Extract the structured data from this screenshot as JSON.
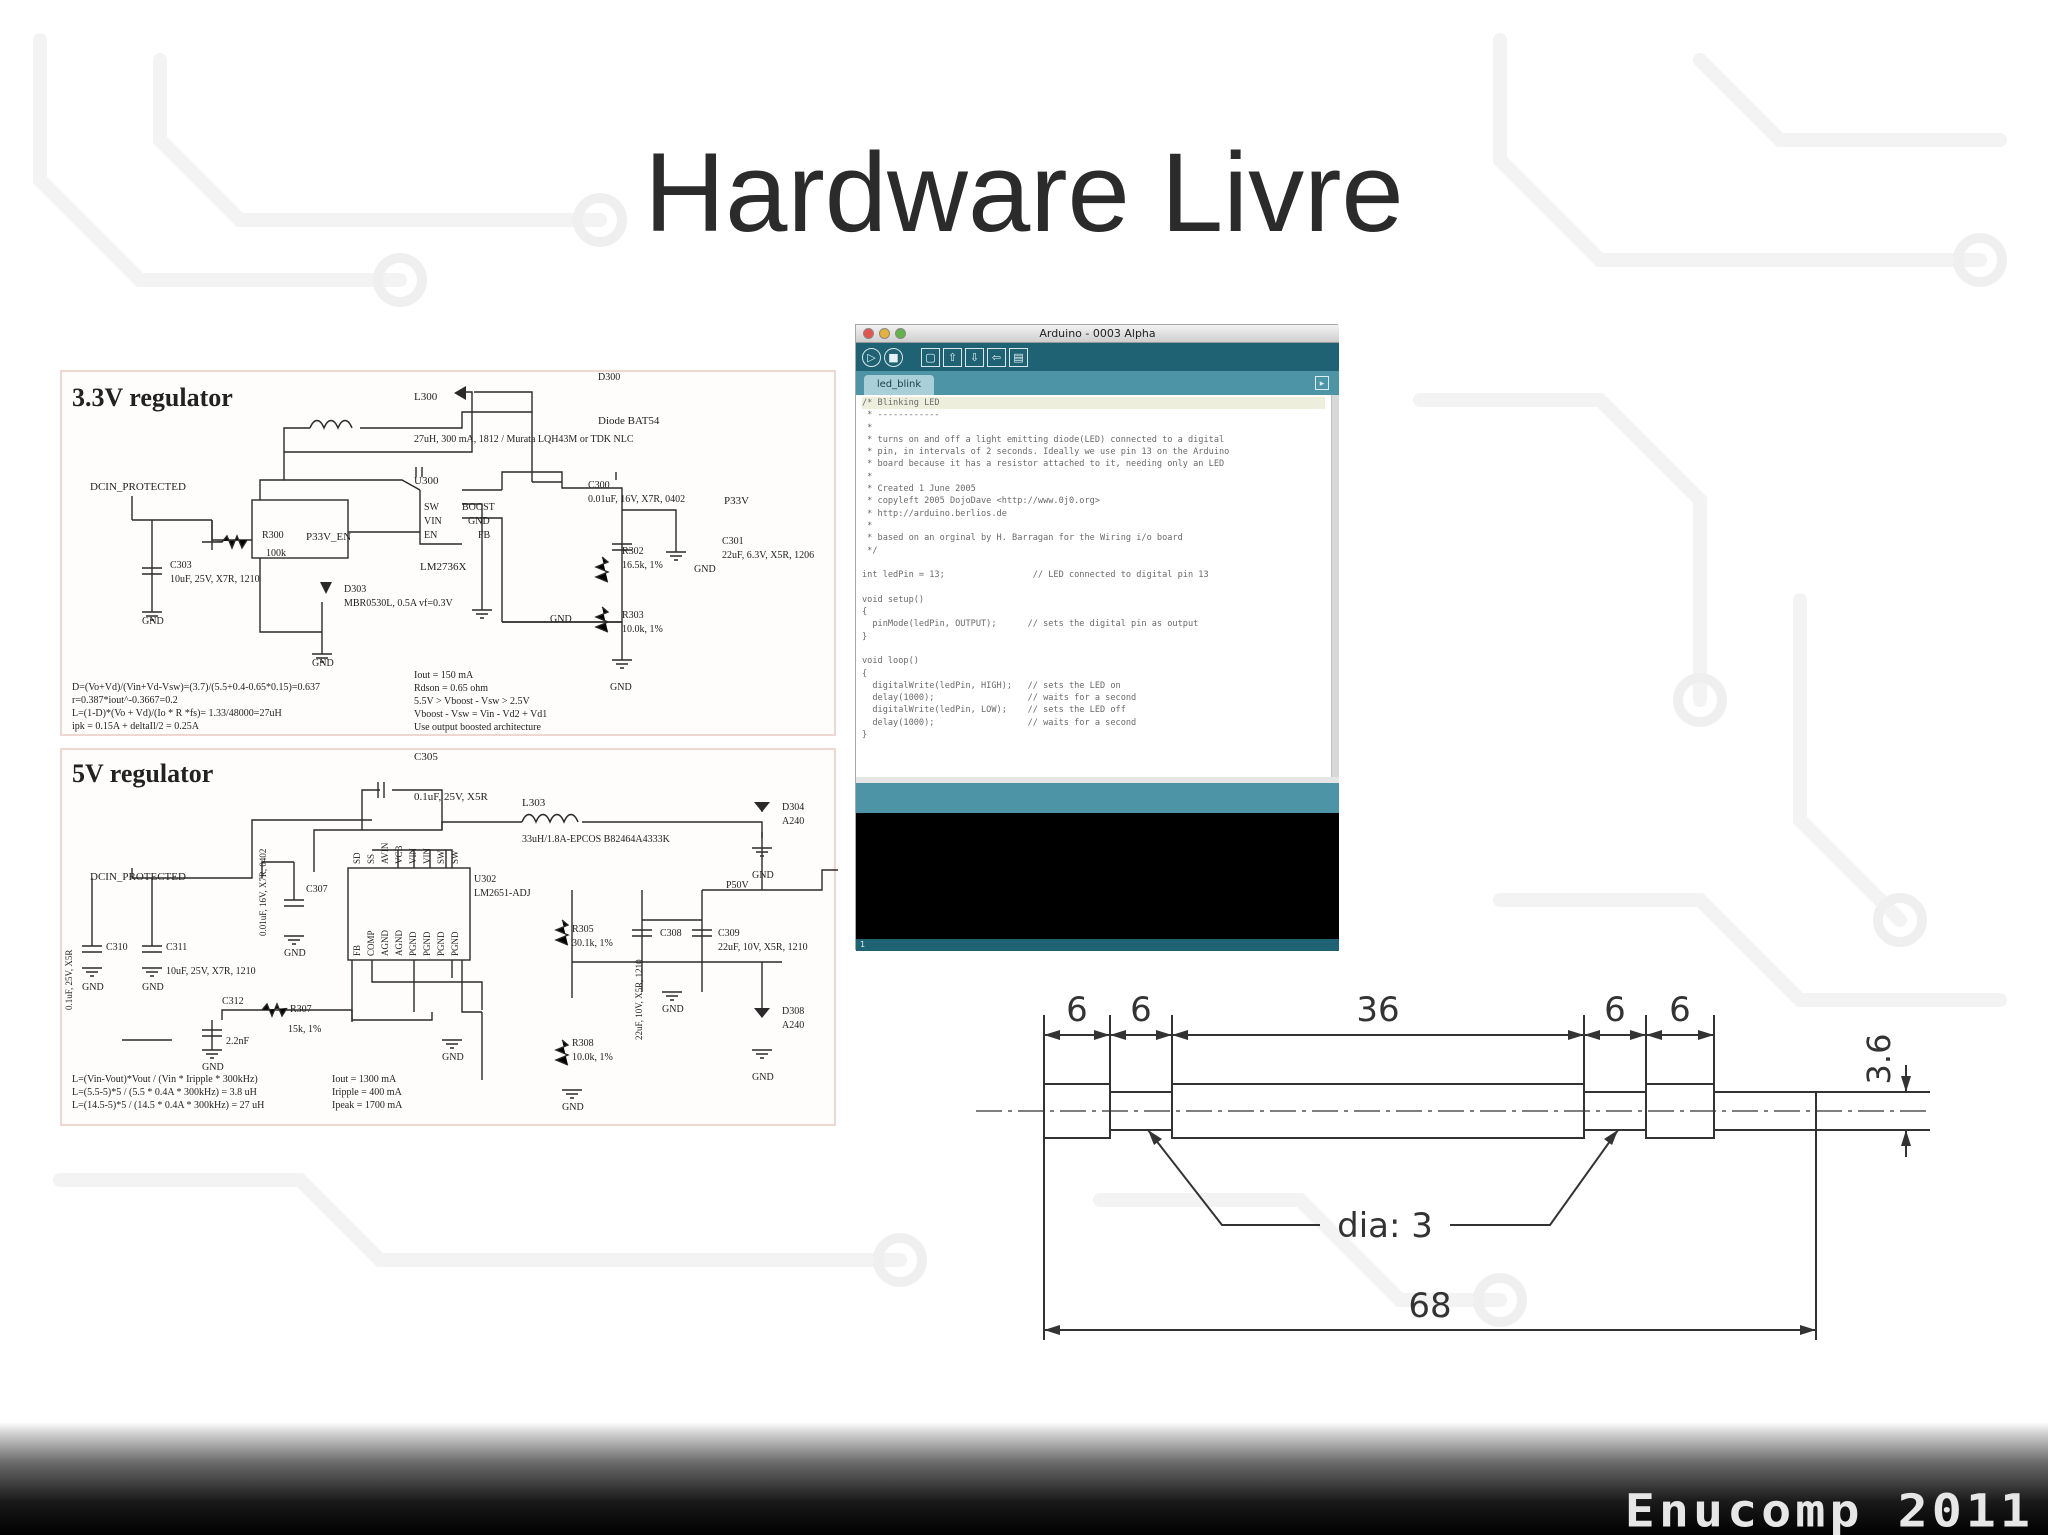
{
  "slide": {
    "title": "Hardware Livre",
    "footer_brand": "Enucomp 2011"
  },
  "schematic_33": {
    "heading": "3.3V regulator",
    "labels": {
      "dcin": "DCIN_PROTECTED",
      "l300": "L300",
      "l300_spec": "27uH, 300 mA, 1812 / Murata LQH43M or TDK NLC",
      "d300": "D300",
      "d300_spec": "Diode BAT54",
      "u300": "U300",
      "u300_part": "LM2736X",
      "pin_sw": "SW",
      "pin_vin": "VIN",
      "pin_en": "EN",
      "pin_boost": "BOOST",
      "pin_gnd": "GND",
      "pin_fb": "FB",
      "c300": "C300",
      "c300_spec": "0.01uF, 16V, X7R, 0402",
      "p33v": "P33V",
      "c301": "C301",
      "c301_spec": "22uF, 6.3V, X5R, 1206",
      "r300": "R300",
      "r300_val": "100k",
      "p33v_en": "P33V_EN",
      "c303": "C303",
      "c303_spec": "10uF, 25V, X7R, 1210",
      "d303": "D303",
      "d303_spec": "MBR0530L, 0.5A vf=0.3V",
      "r302": "R302",
      "r302_val": "16.5k, 1%",
      "r303": "R303",
      "r303_val": "10.0k, 1%",
      "gnd": "GND"
    },
    "notes_left": [
      "D=(Vo+Vd)/(Vin+Vd-Vsw)=(3.7)/(5.5+0.4-0.65*0.15)=0.637",
      "r=0.387*iout^-0.3667=0.2",
      "L=(1-D)*(Vo + Vd)/(Io * R *fs)= 1.33/48000=27uH",
      "ipk = 0.15A + deltaIl/2 = 0.25A"
    ],
    "notes_right": [
      "Iout = 150 mA",
      "Rdson = 0.65 ohm",
      "5.5V > Vboost - Vsw > 2.5V",
      "Vboost - Vsw = Vin - Vd2 + Vd1",
      "Use output boosted architecture"
    ]
  },
  "schematic_5": {
    "heading": "5V regulator",
    "labels": {
      "dcin": "DCIN_PROTECTED",
      "c305": "C305",
      "c305_spec": "0.1uF, 25V, X5R",
      "l303": "L303",
      "l303_spec": "33uH/1.8A-EPCOS B82464A4333K",
      "d304": "D304",
      "d304_part": "A240",
      "u302": "U302",
      "u302_part": "LM2651-ADJ",
      "c307": "C307",
      "c307_spec": "0.01uF, 16V, X7R, 0402",
      "c310": "C310",
      "c310_spec": "0.1uF, 25V, X5R",
      "c311": "C311",
      "c311_spec": "10uF, 25V, X7R, 1210",
      "c312": "C312",
      "c312_val": "2.2nF",
      "r307": "R307",
      "r307_val": "15k, 1%",
      "r305": "R305",
      "r305_val": "30.1k, 1%",
      "r308": "R308",
      "r308_val": "10.0k, 1%",
      "c308": "C308",
      "c308_spec": "22uF, 10V, X5R, 1210",
      "c309": "C309",
      "c309_spec": "22uF, 10V, X5R, 1210",
      "p50v": "P50V",
      "d308": "D308",
      "d308_part": "A240",
      "gnd": "GND",
      "pins_top": [
        "SD",
        "SS",
        "AVIN",
        "VCB",
        "VIN",
        "VIN",
        "SW",
        "SW"
      ],
      "pins_bottom": [
        "FB",
        "COMP",
        "AGND",
        "AGND",
        "PGND",
        "PGND",
        "PGND",
        "PGND"
      ]
    },
    "notes_left": [
      "L=(Vin-Vout)*Vout / (Vin * Iripple * 300kHz)",
      "L=(5.5-5)*5 / (5.5 * 0.4A * 300kHz) = 3.8 uH",
      "L=(14.5-5)*5 / (14.5 * 0.4A * 300kHz) = 27 uH"
    ],
    "notes_right": [
      "Iout = 1300 mA",
      "Iripple = 400 mA",
      "Ipeak = 1700 mA"
    ]
  },
  "ide": {
    "window_title": "Arduino - 0003 Alpha",
    "tab_label": "led_blink",
    "toolbar_icons": [
      "play-icon",
      "stop-icon",
      "new-icon",
      "open-icon",
      "save-icon",
      "export-icon",
      "serial-icon"
    ],
    "code_lines": [
      "/* Blinking LED",
      " * ------------",
      " *",
      " * turns on and off a light emitting diode(LED) connected to a digital",
      " * pin, in intervals of 2 seconds. Ideally we use pin 13 on the Arduino",
      " * board because it has a resistor attached to it, needing only an LED",
      " *",
      " * Created 1 June 2005",
      " * copyleft 2005 DojoDave <http://www.0j0.org>",
      " * http://arduino.berlios.de",
      " *",
      " * based on an orginal by H. Barragan for the Wiring i/o board",
      " */",
      "",
      "int ledPin = 13;                 // LED connected to digital pin 13",
      "",
      "void setup()",
      "{",
      "  pinMode(ledPin, OUTPUT);      // sets the digital pin as output",
      "}",
      "",
      "void loop()",
      "{",
      "  digitalWrite(ledPin, HIGH);   // sets the LED on",
      "  delay(1000);                  // waits for a second",
      "  digitalWrite(ledPin, LOW);    // sets the LED off",
      "  delay(1000);                  // waits for a second",
      "}"
    ],
    "line_number": "1"
  },
  "drawing": {
    "dims_top": [
      "6",
      "6",
      "36",
      "6",
      "6"
    ],
    "dim_right": "3.6",
    "callout": "dia: 3",
    "dim_bottom": "68"
  },
  "colors": {
    "title": "#2b2b2b",
    "ide_toolbar": "#1f6273",
    "ide_tabbar": "#4d95a6",
    "schematic_border": "#f0d6d0"
  }
}
